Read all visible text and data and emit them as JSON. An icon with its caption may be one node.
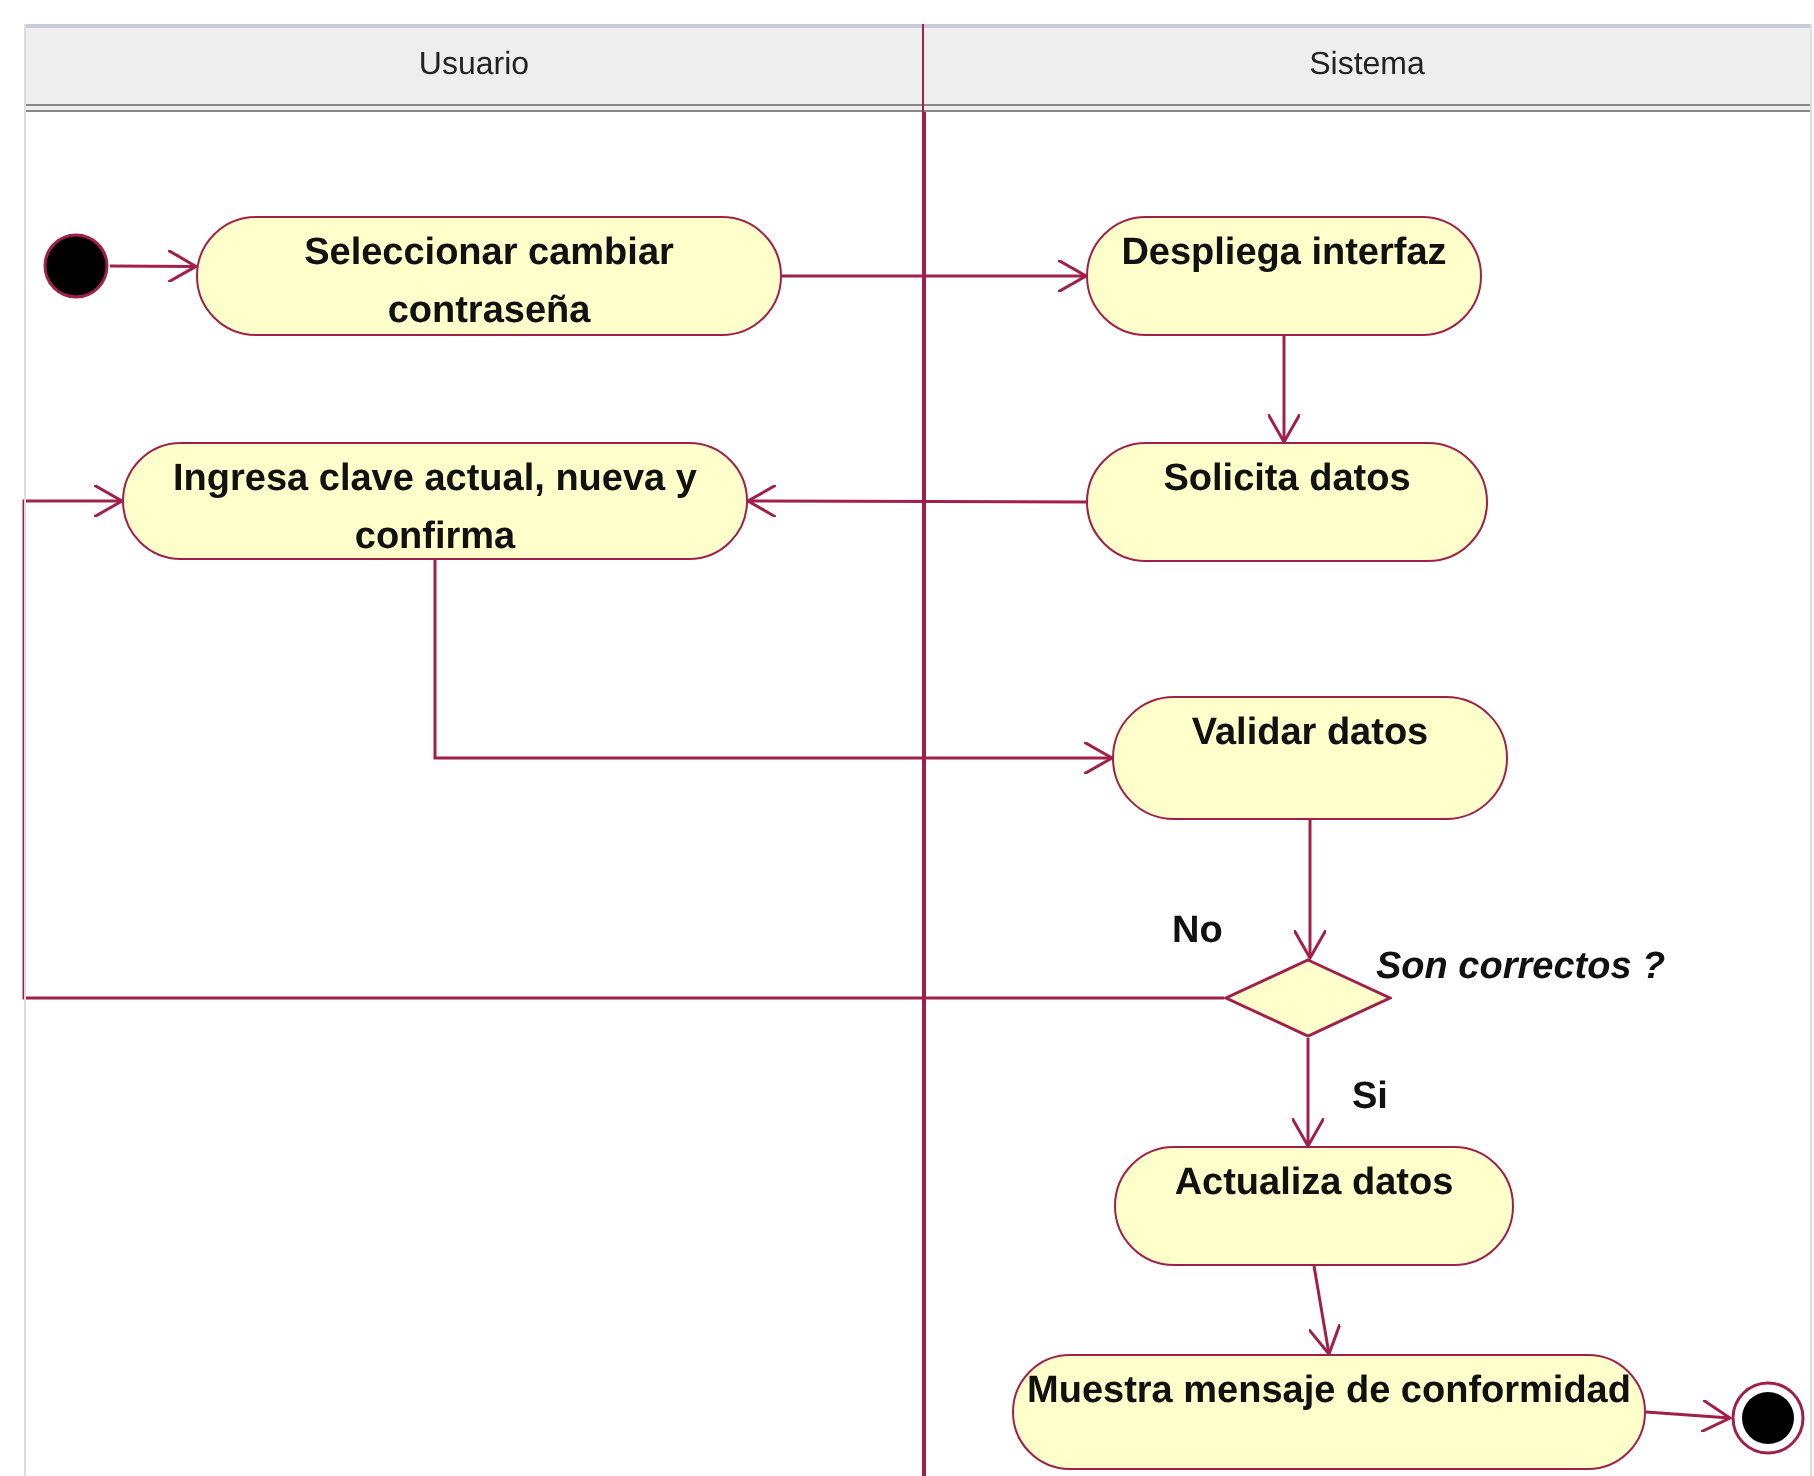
{
  "diagram": {
    "nodes": [
      {
        "text": [
          "Usuario"
        ]
      },
      {
        "text": [
          "Sistema"
        ]
      },
      {
        "text": [],
        "shape": "circle",
        "in": 0
      },
      {
        "text": [
          "Seleccionar cambiar contraseña"
        ],
        "in": 0
      },
      {
        "text": [
          "Ingresa clave actual, nueva y confirma"
        ],
        "in": 0
      },
      {
        "text": [
          "Despliega interfaz"
        ],
        "in": 1
      },
      {
        "text": [
          "Solicita datos"
        ],
        "in": 1
      },
      {
        "text": [
          "Validar datos"
        ],
        "in": 1
      },
      {
        "text": [],
        "shape": "diamond",
        "beside": [
          "Son correctos ?"
        ],
        "in": 1
      },
      {
        "text": [
          "Actualiza datos"
        ],
        "in": 1
      },
      {
        "text": [
          "Muestra mensaje de conformidad"
        ],
        "in": 1
      },
      {
        "text": [],
        "shape": "bullseye",
        "in": 1
      }
    ],
    "edges": [
      {
        "from": 2,
        "to": 3,
        "arrow": "to"
      },
      {
        "from": 3,
        "to": 5,
        "arrow": "to"
      },
      {
        "from": 5,
        "to": 6,
        "arrow": "to"
      },
      {
        "from": 6,
        "to": 4,
        "arrow": "to"
      },
      {
        "from": 4,
        "to": 7,
        "arrow": "to"
      },
      {
        "from": 7,
        "to": 8,
        "arrow": "to"
      },
      {
        "from": 8,
        "to": 4,
        "arrow": "to",
        "label": "No"
      },
      {
        "from": 8,
        "to": 9,
        "arrow": "to",
        "label": "Si"
      },
      {
        "from": 9,
        "to": 10,
        "arrow": "to"
      },
      {
        "from": 10,
        "to": 11,
        "arrow": "to"
      }
    ]
  }
}
